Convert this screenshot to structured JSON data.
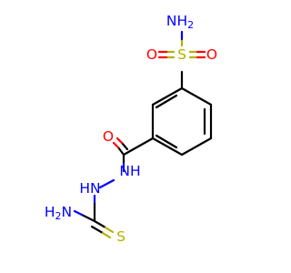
{
  "molecule": {
    "atoms": {
      "sulfonamide_nh2": {
        "main": "NH",
        "sub": "2",
        "color": "#0000ff"
      },
      "sulfonyl_o_left": {
        "main": "O",
        "color": "#ff0000"
      },
      "sulfonyl_s": {
        "main": "S",
        "color": "#b2b200"
      },
      "sulfonyl_o_right": {
        "main": "O",
        "color": "#ff0000"
      },
      "carbonyl_o": {
        "main": "O",
        "color": "#ff0000"
      },
      "hydrazide_nh_1": {
        "main": "NH",
        "color": "#0000ff"
      },
      "hydrazide_nh_2": {
        "main": "HN",
        "color": "#0000ff"
      },
      "thioamide_nh2": {
        "main": "H",
        "sub": "2",
        "tail": "N",
        "color": "#0000ff"
      },
      "thione_s": {
        "main": "S",
        "color": "#b2b200"
      }
    },
    "bond_colors": {
      "carbon": "#000000",
      "oxygen": "#ff0000",
      "sulfur": "#b2b200",
      "nitrogen": "#0000ff"
    }
  }
}
